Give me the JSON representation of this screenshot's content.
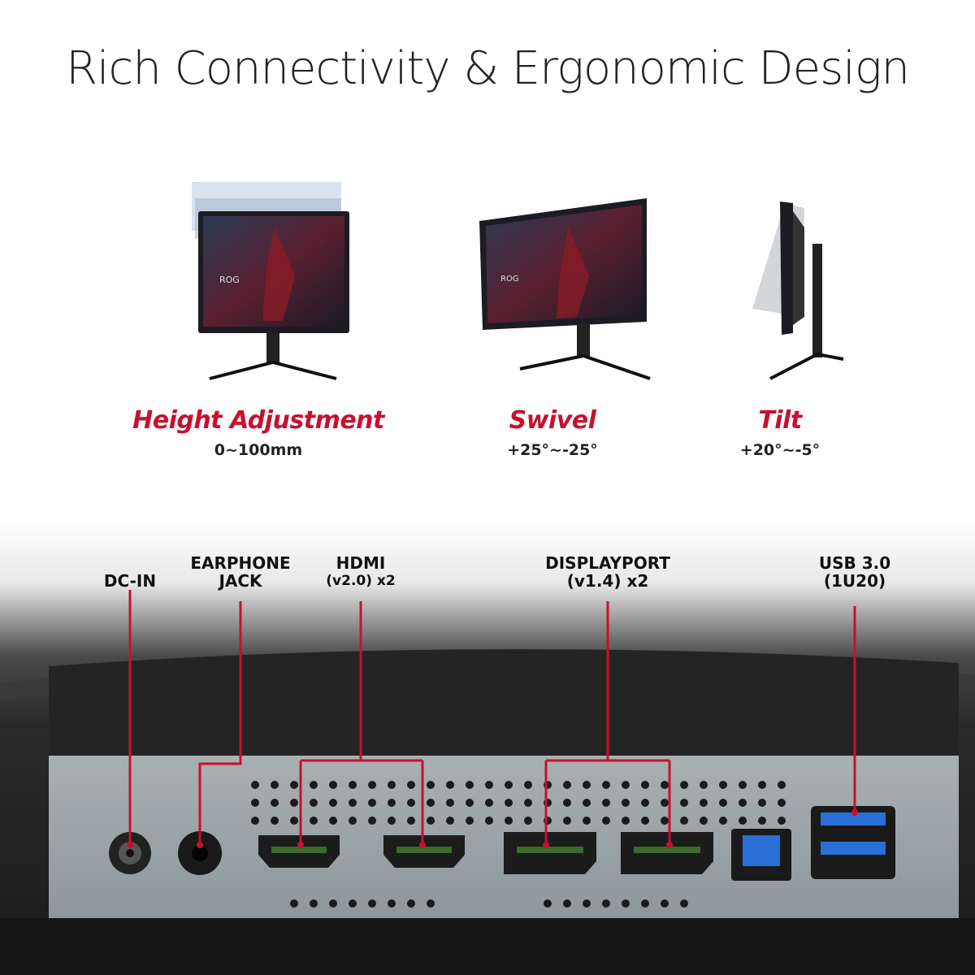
{
  "title": "Rich Connectivity & Ergonomic Design",
  "features": [
    {
      "name": "Height Adjustment",
      "value": "0~100mm",
      "icon": "monitor-height-icon"
    },
    {
      "name": "Swivel",
      "value": "+25°~-25°",
      "icon": "monitor-swivel-icon"
    },
    {
      "name": "Tilt",
      "value": "+20°~-5°",
      "icon": "monitor-tilt-icon"
    }
  ],
  "ports": [
    {
      "line1": "DC-IN",
      "line2": ""
    },
    {
      "line1": "EARPHONE",
      "line2": "JACK"
    },
    {
      "line1": "HDMI",
      "line2": "(v2.0) x2"
    },
    {
      "line1": "DISPLAYPORT",
      "line2": "(v1.4) x2"
    },
    {
      "line1": "USB 3.0",
      "line2": "(1U20)"
    }
  ],
  "colors": {
    "accent": "#c8102e",
    "usb_blue": "#2a6fd6",
    "panel": "#9aa3a5"
  }
}
